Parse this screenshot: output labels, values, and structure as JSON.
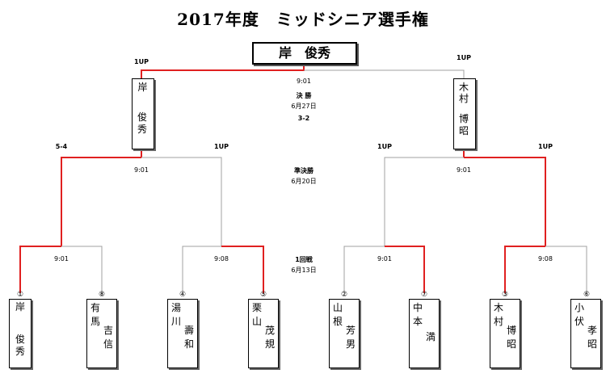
{
  "title": "2017年度　ミッドシニア選手権",
  "champion": "岸　俊秀",
  "rounds": {
    "final": {
      "name": "決 勝",
      "date": "6月27日",
      "score": "3-2",
      "time": "9:01"
    },
    "semi": {
      "name": "準決勝",
      "date": "6月20日"
    },
    "first": {
      "name": "1回戦",
      "date": "6月13日"
    }
  },
  "finalists": [
    {
      "name_top": "岸",
      "name_bottom": "俊秀",
      "result": "1UP"
    },
    {
      "name_top": "木村",
      "name_bottom": "博昭",
      "result": "1UP"
    }
  ],
  "semi_results": [
    {
      "result": "5-4",
      "time": "9:01"
    },
    {
      "result": "1UP"
    },
    {
      "result": "1UP",
      "time": "9:01"
    },
    {
      "result": "1UP"
    }
  ],
  "first_times": [
    "9:01",
    "9:08",
    "9:01",
    "9:08"
  ],
  "players": [
    {
      "seed": "①",
      "col1": "岸",
      "col2": "俊秀"
    },
    {
      "seed": "⑧",
      "col1": "有馬",
      "col2": "吉信"
    },
    {
      "seed": "④",
      "col1": "湯川",
      "col2": "壽和"
    },
    {
      "seed": "⑤",
      "col1": "栗山",
      "col2": "茂規"
    },
    {
      "seed": "②",
      "col1": "山根",
      "col2": "芳男"
    },
    {
      "seed": "⑦",
      "col1": "中本",
      "col2": "満"
    },
    {
      "seed": "③",
      "col1": "木村",
      "col2": "博昭"
    },
    {
      "seed": "⑥",
      "col1": "小伏",
      "col2": "孝昭"
    }
  ],
  "colors": {
    "winner_line": "#e02020",
    "loser_line": "#a0a0a0"
  }
}
